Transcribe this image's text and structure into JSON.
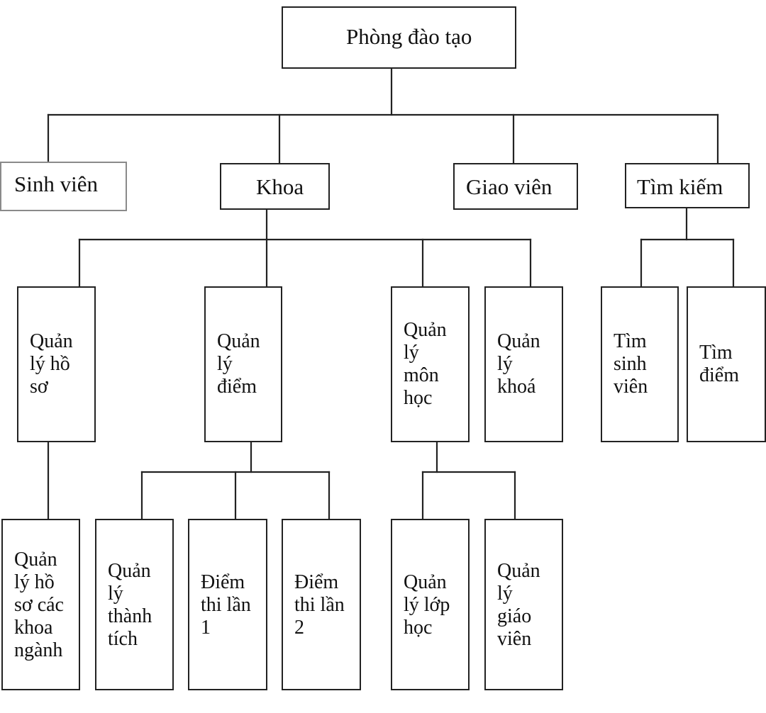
{
  "root": "Phòng đào tạo",
  "level1": {
    "sinh_vien": "Sinh viên",
    "khoa": "Khoa",
    "giao_vien": "Giao viên",
    "tim_kiem": "Tìm kiếm"
  },
  "khoa_children": {
    "ql_ho_so": "Quản\nlý hồ\nsơ",
    "ql_diem": "Quản\nlý\nđiểm",
    "ql_mon_hoc": "Quản\nlý\nmôn\nhọc",
    "ql_khoa": "Quản\nlý\nkhoá"
  },
  "tim_kiem_children": {
    "tim_sinh_vien": "Tìm\nsinh\nviên",
    "tim_diem": "Tìm\nđiểm"
  },
  "level3": {
    "ql_ho_so_khoa_nganh": "Quản\nlý hồ\nsơ các\nkhoa\nngành",
    "ql_thanh_tich": "Quản\nlý\nthành\ntích",
    "diem_thi_lan_1": "Điểm\nthi lần\n1",
    "diem_thi_lan_2": "Điểm\nthi lần\n2",
    "ql_lop_hoc": "Quản\nlý lớp\nhọc",
    "ql_giao_vien": "Quản\nlý\ngiáo\nviên"
  }
}
